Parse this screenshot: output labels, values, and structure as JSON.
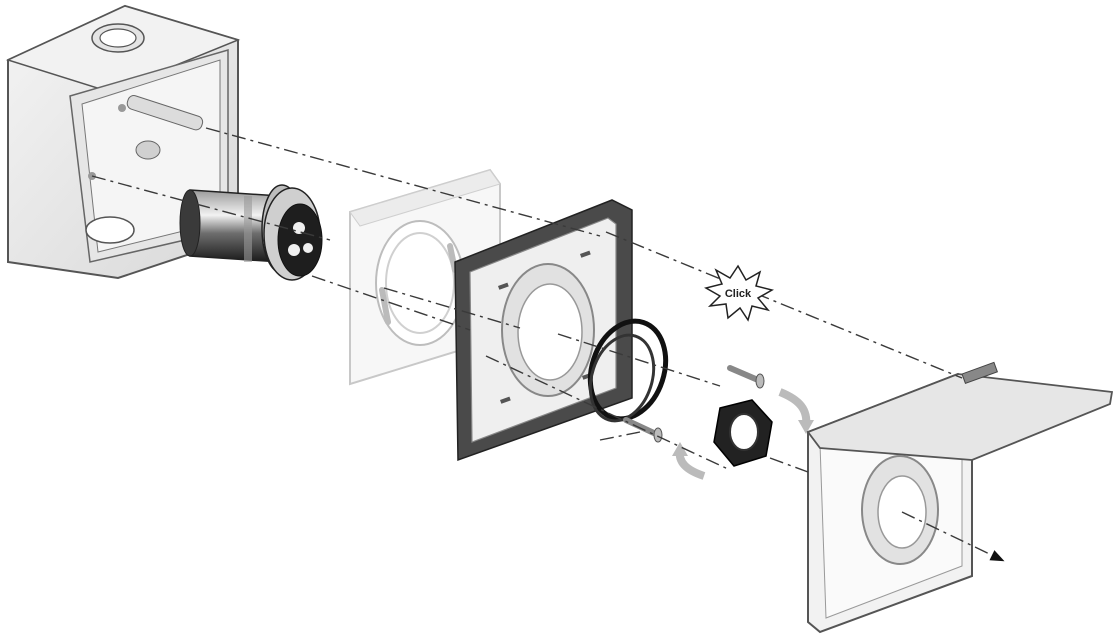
{
  "diagram": {
    "callout": {
      "label": "Click"
    },
    "parts": [
      {
        "id": "junction-box",
        "icon": "junction-box-icon"
      },
      {
        "id": "socket-insert",
        "icon": "socket-insert-icon"
      },
      {
        "id": "white-frame",
        "icon": "frame-icon"
      },
      {
        "id": "grey-mounting-plate",
        "icon": "mounting-plate-icon"
      },
      {
        "id": "o-ring-seal",
        "icon": "o-ring-icon"
      },
      {
        "id": "screws",
        "icon": "screw-icon"
      },
      {
        "id": "hex-nut",
        "icon": "hex-nut-icon"
      },
      {
        "id": "hinged-cover",
        "icon": "hinged-cover-icon"
      }
    ],
    "colors": {
      "line": "#222222",
      "part_light": "#eeeeee",
      "part_dark": "#4a4a4a",
      "frame": "#f7f7f7"
    }
  }
}
